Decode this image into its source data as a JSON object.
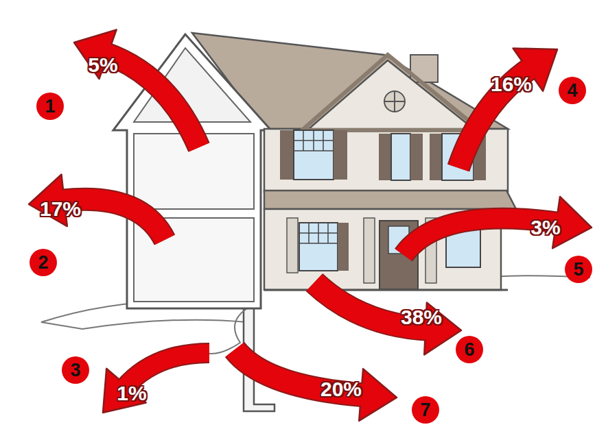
{
  "diagram": {
    "labels": [
      "5%",
      "1",
      "17%",
      "2",
      "1%",
      "3",
      "16%",
      "4",
      "3%",
      "5",
      "38%",
      "6",
      "20%",
      "7"
    ]
  }
}
